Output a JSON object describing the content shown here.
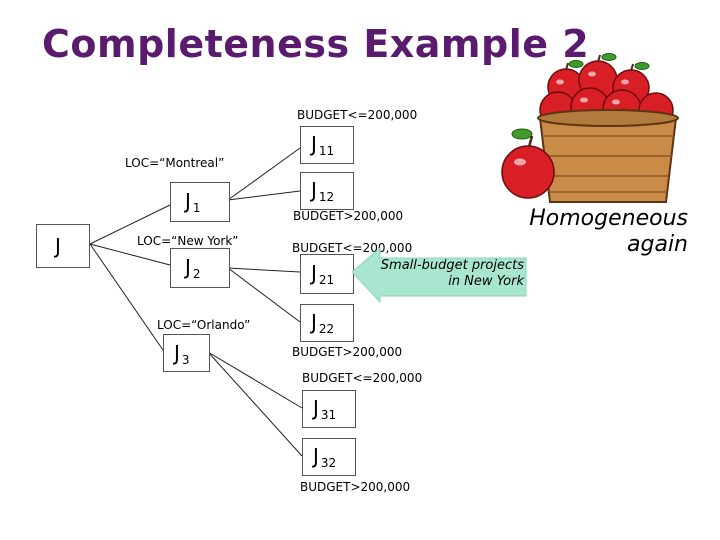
{
  "title": "Completeness Example 2",
  "root": {
    "label": "J"
  },
  "level1": [
    {
      "label": "J",
      "sub": "1",
      "edge": "LOC=“Montreal”"
    },
    {
      "label": "J",
      "sub": "2",
      "edge": "LOC=“New York”"
    },
    {
      "label": "J",
      "sub": "3",
      "edge": "LOC=“Orlando”"
    }
  ],
  "level2": [
    {
      "label": "J",
      "sub": "11",
      "edge": "BUDGET<=200,000"
    },
    {
      "label": "J",
      "sub": "12",
      "edge": "BUDGET>200,000"
    },
    {
      "label": "J",
      "sub": "21",
      "edge": "BUDGET<=200,000"
    },
    {
      "label": "J",
      "sub": "22",
      "edge": "BUDGET>200,000"
    },
    {
      "label": "J",
      "sub": "31",
      "edge": "BUDGET<=200,000"
    },
    {
      "label": "J",
      "sub": "32",
      "edge": "BUDGET>200,000"
    }
  ],
  "callout": {
    "line1": "Small-budget projects",
    "line2": "in New York",
    "color": "#a8e6d0"
  },
  "side_caption": {
    "line1": "Homogeneous",
    "line2": "again"
  },
  "illustration": {
    "name": "apple-basket-icon",
    "apple_color": "#d81f26",
    "basket_color": "#c98b47"
  }
}
